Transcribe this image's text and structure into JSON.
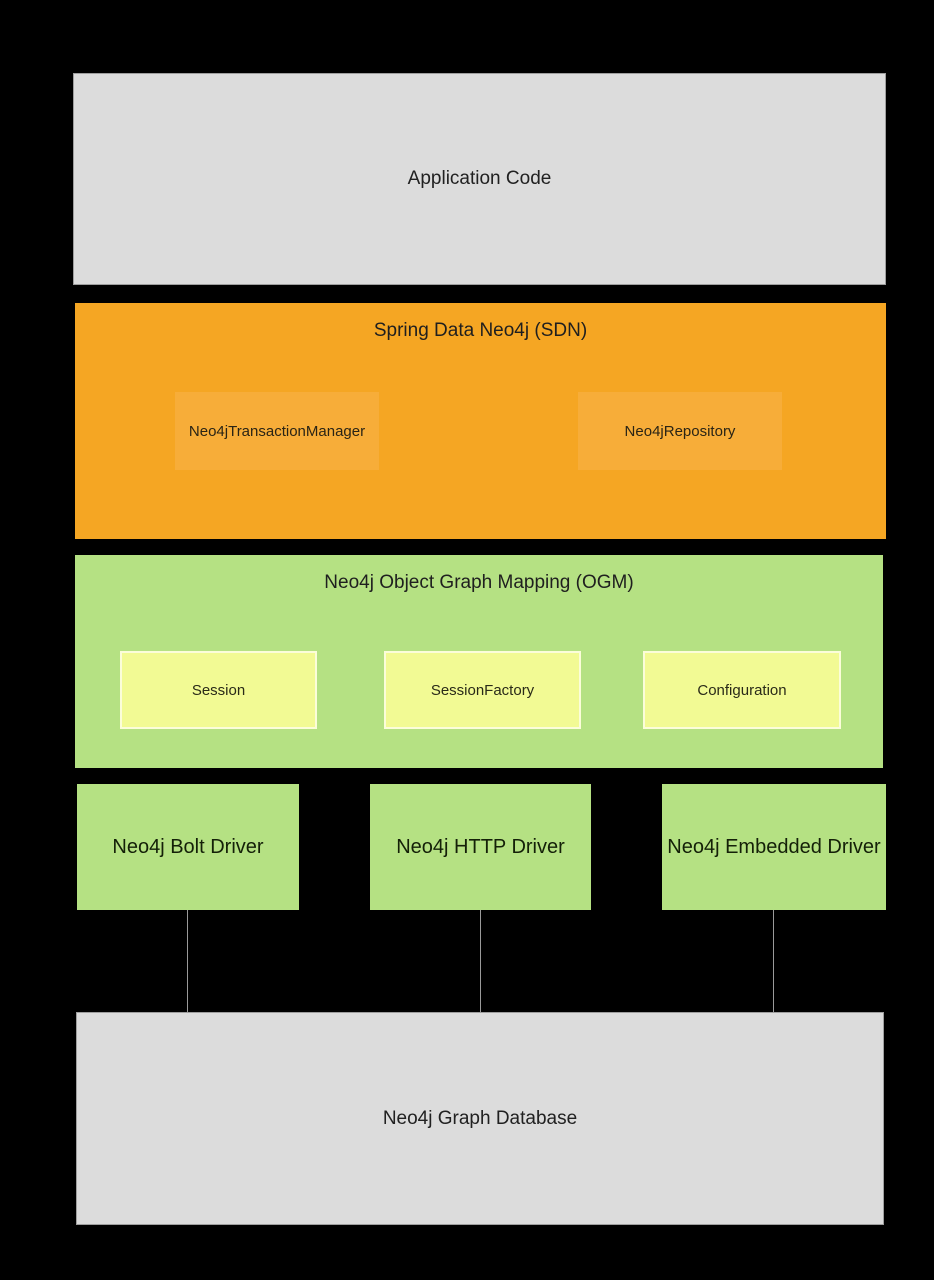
{
  "canvas": {
    "background_color": "#000000"
  },
  "diagram": {
    "application": {
      "label": "Application Code",
      "fill": "#dcdcdc",
      "border_color": "#9e9e9e"
    },
    "sdn": {
      "title": "Spring Data Neo4j (SDN)",
      "fill": "#f5a623",
      "component_fill": "#f7ad39",
      "components": [
        {
          "label": "Neo4jTransactionManager"
        },
        {
          "label": "Neo4jRepository"
        }
      ]
    },
    "ogm": {
      "title": "Neo4j Object Graph Mapping (OGM)",
      "fill": "#b5e183",
      "component_fill": "#f2fa94",
      "component_border": "#fbfdd9",
      "components": [
        {
          "label": "Session"
        },
        {
          "label": "SessionFactory"
        },
        {
          "label": "Configuration"
        }
      ]
    },
    "drivers": {
      "fill": "#b5e183",
      "items": [
        {
          "label": "Neo4j Bolt Driver"
        },
        {
          "label": "Neo4j HTTP Driver"
        },
        {
          "label": "Neo4j Embedded Driver"
        }
      ]
    },
    "connectors": {
      "color": "#9a9a9a",
      "count": 3
    },
    "database": {
      "label": "Neo4j Graph Database",
      "fill": "#dcdcdc",
      "border_color": "#9e9e9e"
    }
  }
}
